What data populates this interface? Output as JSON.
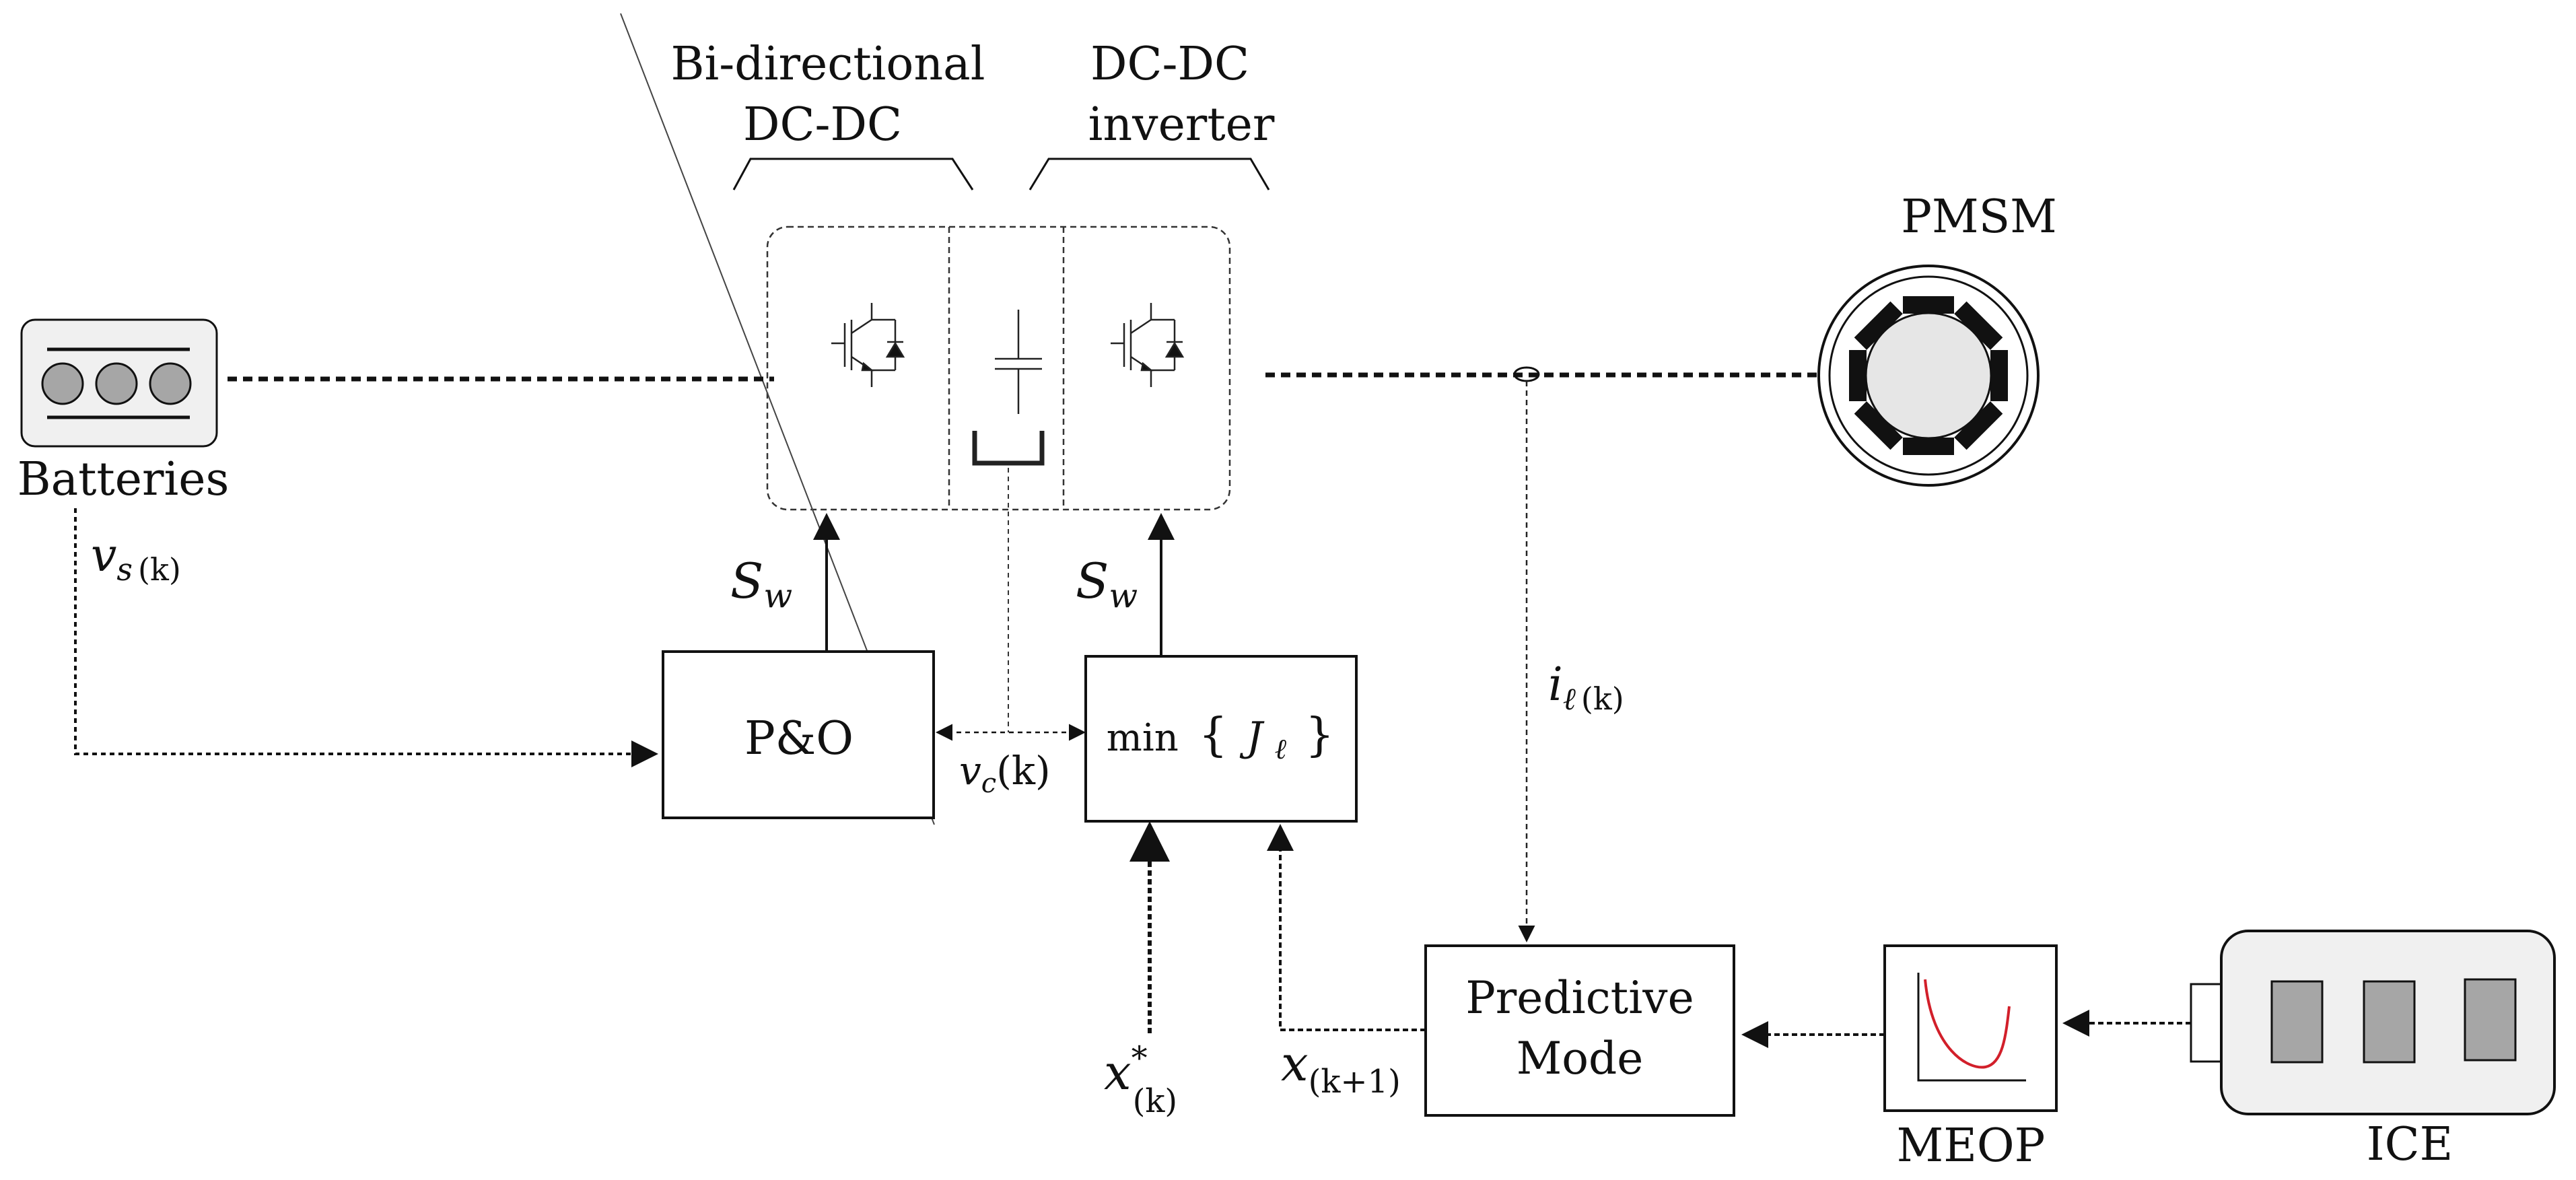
{
  "colors": {
    "ink": "#111111",
    "panel_fill": "#f0f0f0",
    "cell_fill": "#a6a6a6",
    "curve": "#d21f2a"
  },
  "converters": {
    "bidirectional_line1": "Bi-directional",
    "bidirectional_line2": "DC-DC",
    "inverter_line1": "DC-DC",
    "inverter_line2": "inverter"
  },
  "components": {
    "batteries": "Batteries",
    "pmsm": "PMSM",
    "meop": "MEOP",
    "ice": "ICE"
  },
  "blocks": {
    "po": "P&O",
    "min_prefix": "min",
    "min_open": "{",
    "min_J": "J",
    "min_sub": "ℓ",
    "min_close": "}",
    "predictive_line1": "Predictive",
    "predictive_line2": "Mode"
  },
  "signals": {
    "sw_left": "S",
    "sw_left_sub": "w",
    "sw_right": "S",
    "sw_right_sub": "w",
    "vs_main": "v",
    "vs_sub": "s",
    "vs_idx": "(k)",
    "vc_main": "v",
    "vc_sub": "c",
    "vc_idx": "(k)",
    "il_main": "i",
    "il_sub": "ℓ",
    "il_idx": "(k)",
    "xstar_main": "x",
    "xstar_sup": "*",
    "xstar_idx": "(k)",
    "xk1_main": "x",
    "xk1_idx": "(k+1)"
  },
  "icons": [
    "battery-icon",
    "igbt-icon",
    "capacitor-icon",
    "pmsm-motor-icon",
    "meop-graph-icon",
    "ice-engine-icon"
  ]
}
